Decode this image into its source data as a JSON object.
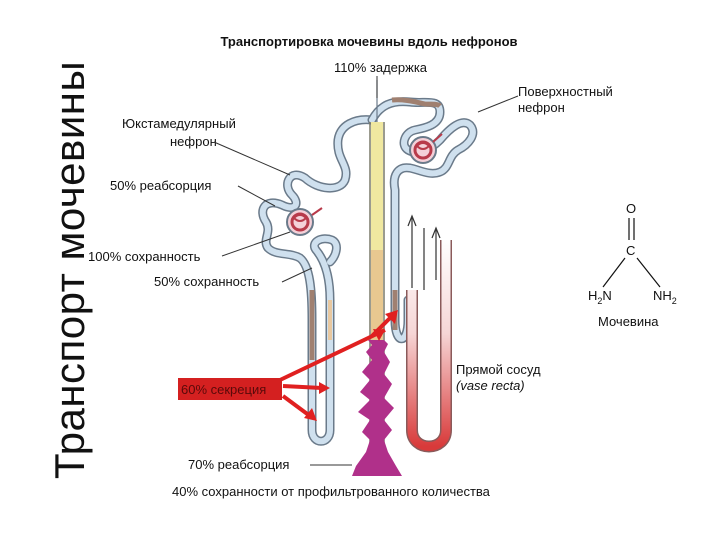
{
  "side_title": "Транспорт мочевины",
  "diagram": {
    "title": "Транспортировка мочевины вдоль нефронов",
    "labels": {
      "delay": "110% задержка",
      "juxta_line1": "Юкстамедулярный",
      "juxta_line2": "нефрон",
      "surface_line1": "Поверхностный",
      "surface_line2": "нефрон",
      "reabs50": "50% реабсорция",
      "pres100": "100% сохранность",
      "pres50": "50% сохранность",
      "secretion": "60% секреция",
      "vasa_line1": "Прямой сосуд",
      "vasa_line2": "(vase recta)",
      "reabs70": "70% реабсорция",
      "pres40": "40% сохранности от профильтрованного количества"
    },
    "molecule": {
      "o": "O",
      "c": "C",
      "h2n_main": "H",
      "h2n_sub": "2",
      "h2n_tail": "N",
      "nh2_main": "NH",
      "nh2_sub": "2",
      "name": "Мочевина"
    }
  },
  "colors": {
    "tubule_fill": "#cfe0ee",
    "tubule_edge": "#6a7a8a",
    "glomerulus": "#b83a4a",
    "collecting_duct": "#f0e8a0",
    "collecting_urea": "#b0308a",
    "vasa_red": "#d83a3a",
    "arrow_red": "#e02020",
    "secretion_box": "#d42020"
  }
}
